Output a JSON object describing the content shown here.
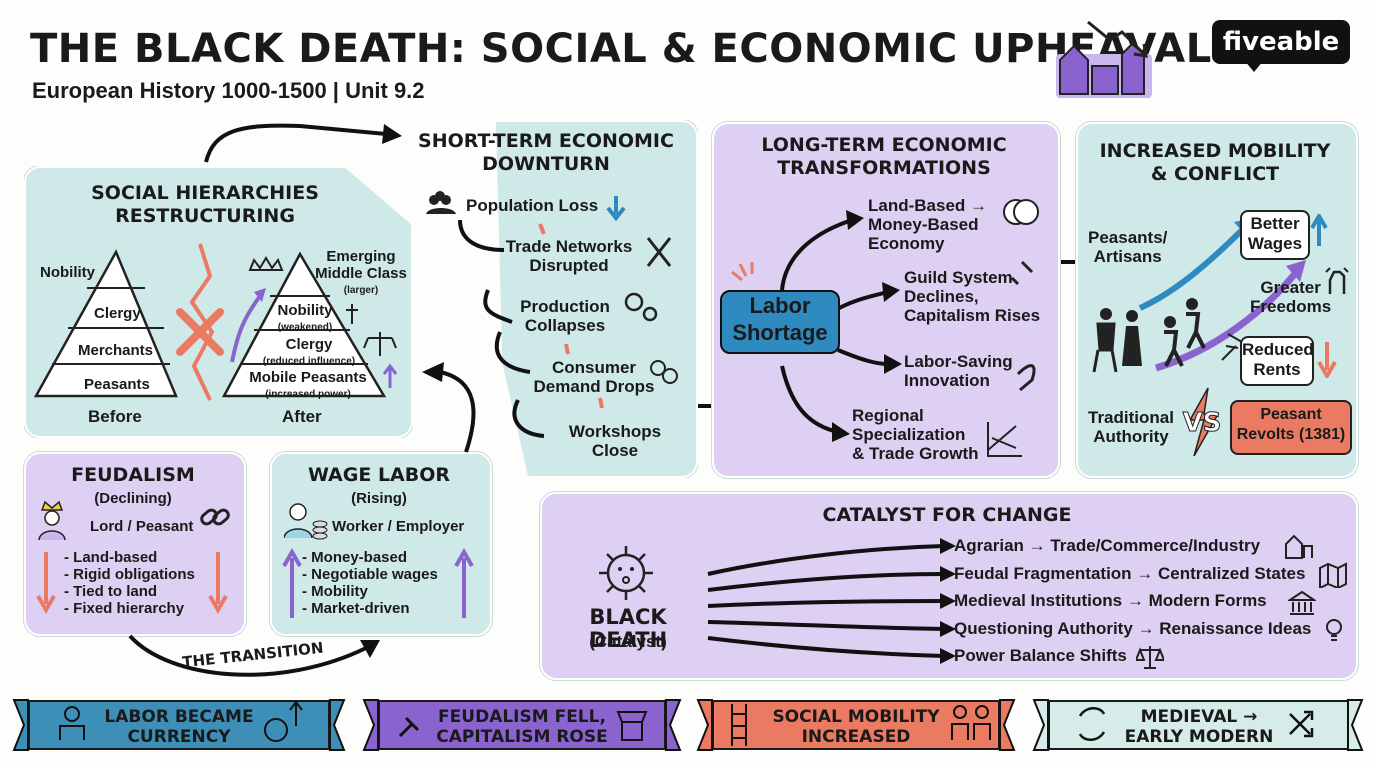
{
  "header": {
    "title": "THE BLACK DEATH: SOCIAL & ECONOMIC UPHEAVAL",
    "subtitle": "European History 1000-1500 | Unit 9.2",
    "logo": "fiveable"
  },
  "social": {
    "title_line1": "SOCIAL HIERARCHIES",
    "title_line2": "RESTRUCTURING",
    "before": [
      "Nobility",
      "Clergy",
      "Merchants",
      "Peasants"
    ],
    "before_label": "Before",
    "after_top": "Emerging",
    "after_top2": "Middle Class",
    "after_top_note": "(larger)",
    "after_nobility": "Nobility",
    "after_nobility_note": "(weakened)",
    "after_clergy": "Clergy",
    "after_clergy_note": "(reduced influence)",
    "after_peasants": "Mobile Peasants",
    "after_peasants_note": "(increased power)",
    "after_label": "After"
  },
  "feudalism": {
    "title": "FEUDALISM",
    "status": "(Declining)",
    "relation": "Lord / Peasant",
    "items": [
      "- Land-based",
      "- Rigid obligations",
      "- Tied to land",
      "- Fixed hierarchy"
    ]
  },
  "wage": {
    "title": "WAGE LABOR",
    "status": "(Rising)",
    "relation": "Worker / Employer",
    "items": [
      "- Money-based",
      "- Negotiable wages",
      "- Mobility",
      "- Market-driven"
    ]
  },
  "transition_label": "THE TRANSITION",
  "short_term": {
    "title_line1": "SHORT-TERM ECONOMIC",
    "title_line2": "DOWNTURN",
    "steps": [
      "Population Loss",
      "Trade Networks",
      "Disrupted",
      "Production",
      "Collapses",
      "Consumer",
      "Demand Drops",
      "Workshops",
      "Close"
    ]
  },
  "long_term": {
    "title_line1": "LONG-TERM ECONOMIC",
    "title_line2": "TRANSFORMATIONS",
    "center": [
      "Labor",
      "Shortage"
    ],
    "branches": [
      [
        "Land-Based →",
        "Money-Based",
        "Economy"
      ],
      [
        "Guild System",
        "Declines,",
        "Capitalism Rises"
      ],
      [
        "Labor-Saving",
        "Innovation"
      ],
      [
        "Regional",
        "Specialization",
        "& Trade Growth"
      ]
    ]
  },
  "mobility": {
    "title_line1": "INCREASED MOBILITY",
    "title_line2": "& CONFLICT",
    "who": [
      "Peasants/",
      "Artisans"
    ],
    "better": [
      "Better",
      "Wages"
    ],
    "greater": [
      "Greater",
      "Freedoms"
    ],
    "reduced": [
      "Reduced",
      "Rents"
    ],
    "traditional": [
      "Traditional",
      "Authority"
    ],
    "vs": "VS",
    "revolts": [
      "Peasant",
      "Revolts (1381)"
    ]
  },
  "catalyst": {
    "title": "CATALYST FOR CHANGE",
    "name": "BLACK DEATH",
    "note": "(Catalyst)",
    "rows": [
      "Agrarian → Trade/Commerce/Industry",
      "Feudal Fragmentation → Centralized States",
      "Medieval Institutions → Modern Forms",
      "Questioning Authority → Renaissance Ideas",
      "Power Balance Shifts"
    ]
  },
  "ribbons": [
    [
      "LABOR BECAME",
      "CURRENCY"
    ],
    [
      "FEUDALISM FELL,",
      "CAPITALISM ROSE"
    ],
    [
      "SOCIAL MOBILITY",
      "INCREASED"
    ],
    [
      "MEDIEVAL →",
      "EARLY MODERN"
    ]
  ],
  "colors": {
    "teal": "#cfe9e8",
    "lavender": "#ddd0f3",
    "blue_ribbon": "#3d8fb8",
    "purple_ribbon": "#8a63cf",
    "salmon_ribbon": "#ea7b62",
    "light_ribbon": "#d6ece8",
    "labor_box": "#2f8ac0"
  }
}
